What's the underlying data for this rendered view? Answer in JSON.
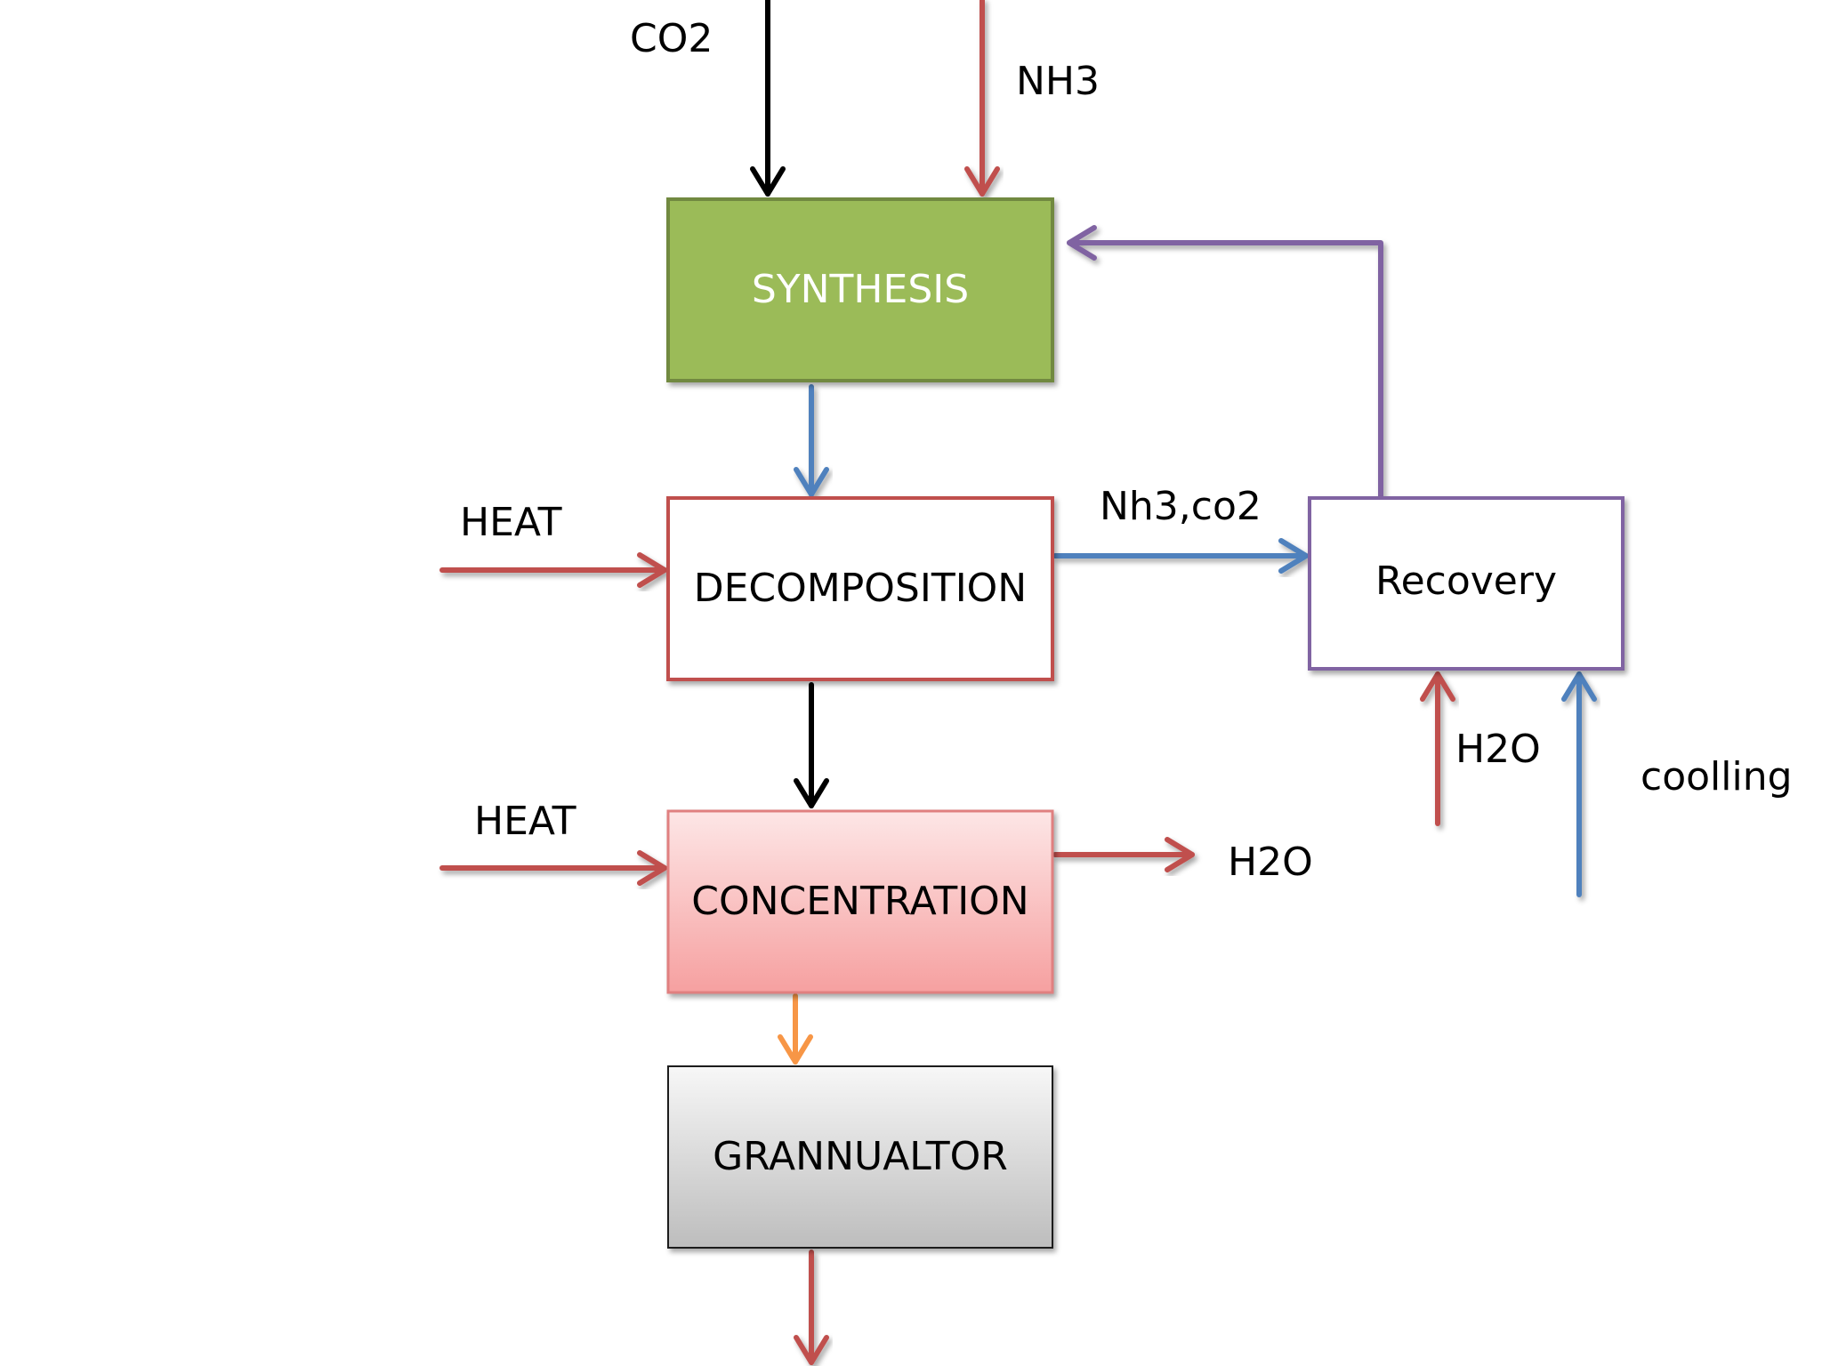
{
  "diagram": {
    "inputs": {
      "co2_label": "CO2",
      "nh3_label": "NH3",
      "heat_label_1": "HEAT",
      "heat_label_2": "HEAT"
    },
    "boxes": {
      "synthesis": "SYNTHESIS",
      "decomposition": "DECOMPOSITION",
      "concentration": "CONCENTRATION",
      "granulator": "GRANNUALTOR",
      "recovery": "Recovery"
    },
    "streams": {
      "nh3_co2_label": "Nh3,co2",
      "h2o_out_label": "H2O",
      "h2o_in_label": "H2O",
      "cooling_label": "coolling"
    },
    "colors": {
      "red_arrow": "#c0504d",
      "blue_arrow": "#4f81bd",
      "purple_arrow": "#8064a2",
      "orange_arrow": "#f79646",
      "black_arrow": "#000000",
      "synthesis_fill": "#9bbb59",
      "synthesis_border": "#71893f",
      "decomposition_border": "#c0504d",
      "recovery_border": "#8064a2"
    }
  }
}
